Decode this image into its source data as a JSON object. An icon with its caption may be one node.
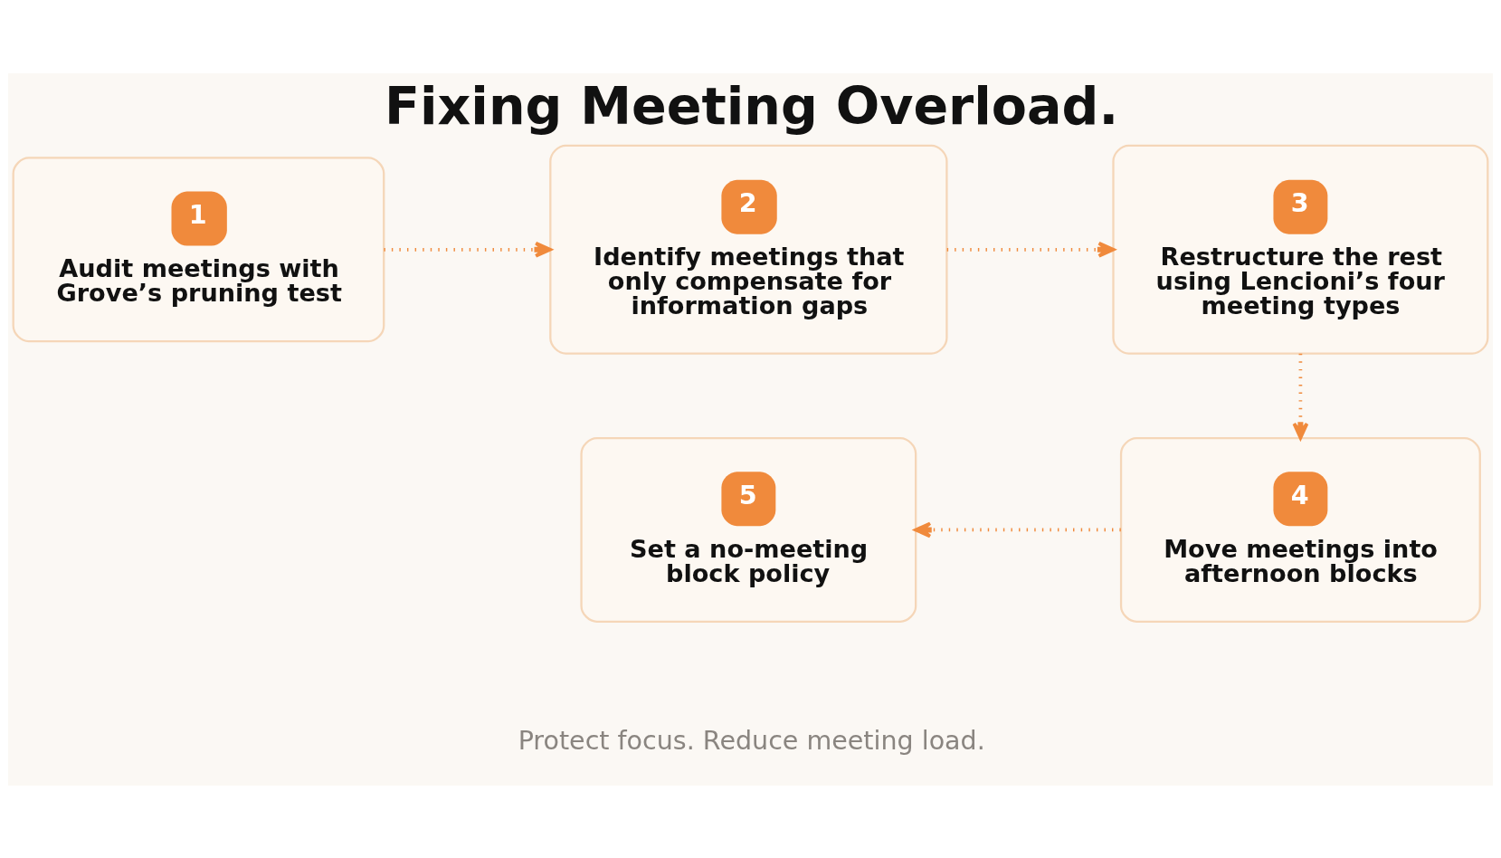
{
  "diagram": {
    "title": "Fixing Meeting Overload.",
    "caption": "Protect focus. Reduce meeting load.",
    "nodes": [
      {
        "text": [
          "1",
          "Audit meetings with Grove’s pruning test"
        ]
      },
      {
        "text": [
          "2",
          "Identify meetings that only compensate for information gaps"
        ]
      },
      {
        "text": [
          "3",
          "Restructure the rest using Lencioni’s four meeting types"
        ]
      },
      {
        "text": [
          "4",
          "Move meetings into afternoon blocks"
        ]
      },
      {
        "text": [
          "5",
          "Set a no-meeting block policy"
        ]
      }
    ],
    "edges": [
      {
        "from": 0,
        "to": 1,
        "arrow": "to"
      },
      {
        "from": 1,
        "to": 2,
        "arrow": "to"
      },
      {
        "from": 2,
        "to": 3,
        "arrow": "to"
      },
      {
        "from": 3,
        "to": 4,
        "arrow": "to"
      }
    ]
  }
}
